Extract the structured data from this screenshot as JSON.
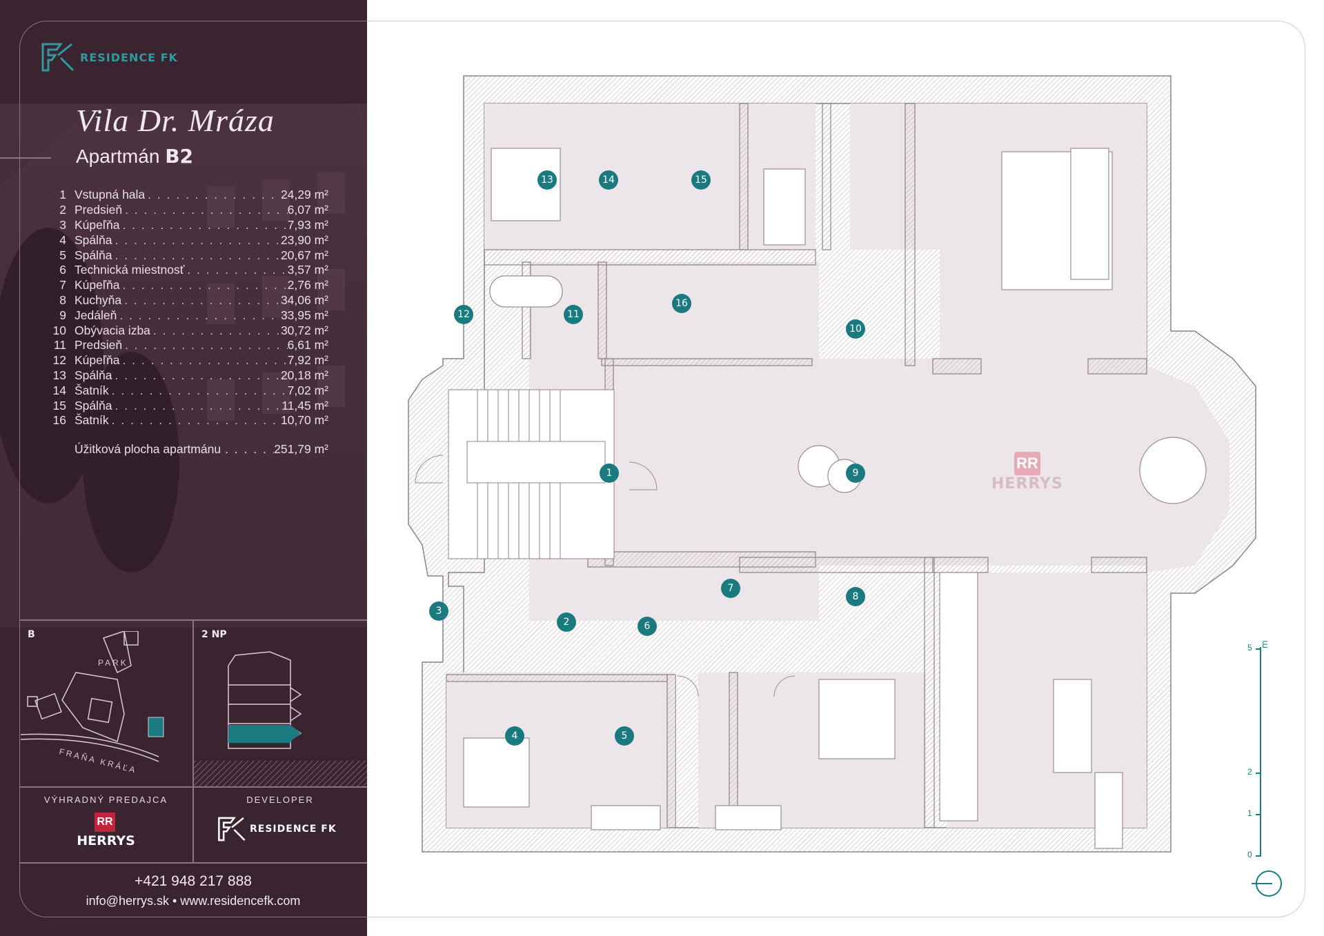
{
  "brand": {
    "name": "RESIDENCE FK"
  },
  "title": "Vila Dr. Mráza",
  "subtitle": {
    "prefix": "Apartmán",
    "code": "B2"
  },
  "rooms": [
    {
      "num": "1",
      "name": "Vstupná hala",
      "area": "24,29 m²"
    },
    {
      "num": "2",
      "name": "Predsieň",
      "area": "6,07 m²"
    },
    {
      "num": "3",
      "name": "Kúpeľňa",
      "area": "7,93 m²"
    },
    {
      "num": "4",
      "name": "Spálňa",
      "area": "23,90 m²"
    },
    {
      "num": "5",
      "name": "Spálňa",
      "area": "20,67 m²"
    },
    {
      "num": "6",
      "name": "Technická miestnosť",
      "area": "3,57 m²"
    },
    {
      "num": "7",
      "name": "Kúpeľňa",
      "area": "2,76 m²"
    },
    {
      "num": "8",
      "name": "Kuchyňa",
      "area": "34,06 m²"
    },
    {
      "num": "9",
      "name": "Jedáleň",
      "area": "33,95 m²"
    },
    {
      "num": "10",
      "name": "Obývacia izba",
      "area": "30,72 m²"
    },
    {
      "num": "11",
      "name": "Predsieň",
      "area": "6,61 m²"
    },
    {
      "num": "12",
      "name": "Kúpeľňa",
      "area": "7,92 m²"
    },
    {
      "num": "13",
      "name": "Spálňa",
      "area": "20,18 m²"
    },
    {
      "num": "14",
      "name": "Šatník",
      "area": "7,02 m²"
    },
    {
      "num": "15",
      "name": "Spálňa",
      "area": "11,45 m²"
    },
    {
      "num": "16",
      "name": "Šatník",
      "area": "10,70 m²"
    }
  ],
  "total": {
    "label": "Úžitková plocha apartmánu",
    "area": "251,79 m²"
  },
  "site": {
    "building": "B",
    "floor": "2 NP",
    "park": "PARK",
    "street": "FRAŇA KRÁĽA"
  },
  "exclusive_dealer": {
    "caption": "VÝHRADNÝ PREDAJCA",
    "name": "HERRYS",
    "mark": "RR"
  },
  "developer": {
    "caption": "DEVELOPER",
    "name": "RESIDENCE FK"
  },
  "contact": {
    "phone": "+421 948 217 888",
    "email_web": "info@herrys.sk • www.residencefk.com"
  },
  "watermark": {
    "mark": "RR",
    "text": "HERRYS"
  },
  "scale": {
    "unit": "m",
    "ticks": [
      "5",
      "2",
      "1",
      "0"
    ]
  },
  "colors": {
    "accent": "#1b7a80",
    "panel": "#3a2430",
    "floor": "#ece6ea"
  }
}
